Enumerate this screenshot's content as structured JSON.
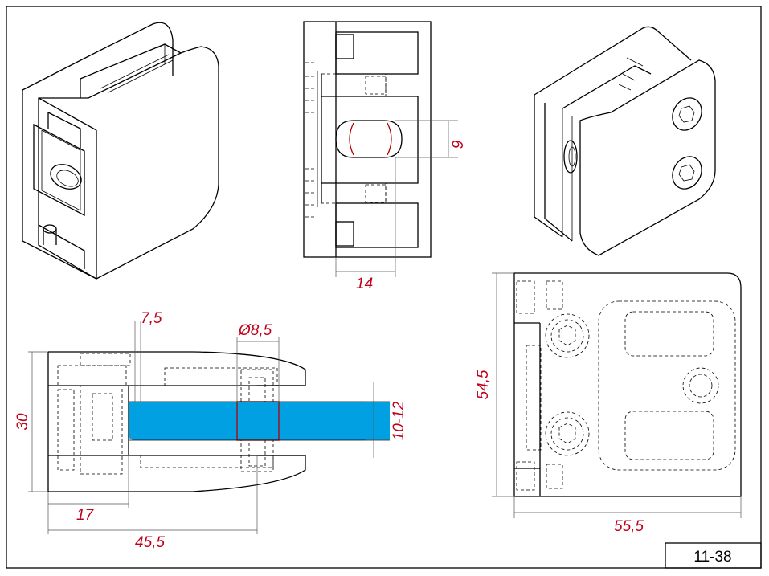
{
  "drawing_code": "11-38",
  "dimensions": {
    "top_width": "14",
    "top_slot_height": "9",
    "lock_offset": "7,5",
    "bore_diameter": "Ø8,5",
    "overall_height": "30",
    "glass_thickness": "10-12",
    "depth_short": "17",
    "depth_total": "45,5",
    "face_height": "54,5",
    "face_width": "55,5"
  },
  "colors": {
    "glass": "#00a0e3",
    "dimension_text": "#c0001a",
    "section_outline": "#b30000"
  }
}
